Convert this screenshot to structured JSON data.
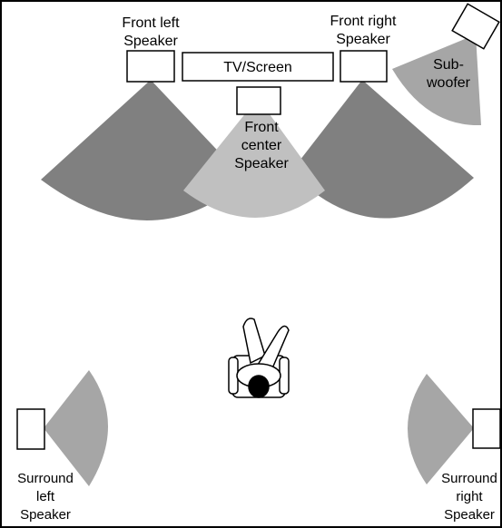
{
  "labels": {
    "front_left": [
      "Front left",
      "Speaker"
    ],
    "tv": "TV/Screen",
    "front_right": [
      "Front right",
      "Speaker"
    ],
    "subwoofer": [
      "Sub-",
      "woofer"
    ],
    "front_center": [
      "Front",
      "center",
      "Speaker"
    ],
    "surround_left": [
      "Surround",
      "left",
      "Speaker"
    ],
    "surround_right": [
      "Surround",
      "right",
      "Speaker"
    ]
  },
  "colors": {
    "front_beam": "#808080",
    "center_beam": "#c0c0c0",
    "sub_beam": "#a6a6a6",
    "surround_beam": "#a6a6a6",
    "outline": "#000000",
    "background": "#ffffff"
  },
  "icons": {
    "listener": "person-in-chair-icon"
  }
}
